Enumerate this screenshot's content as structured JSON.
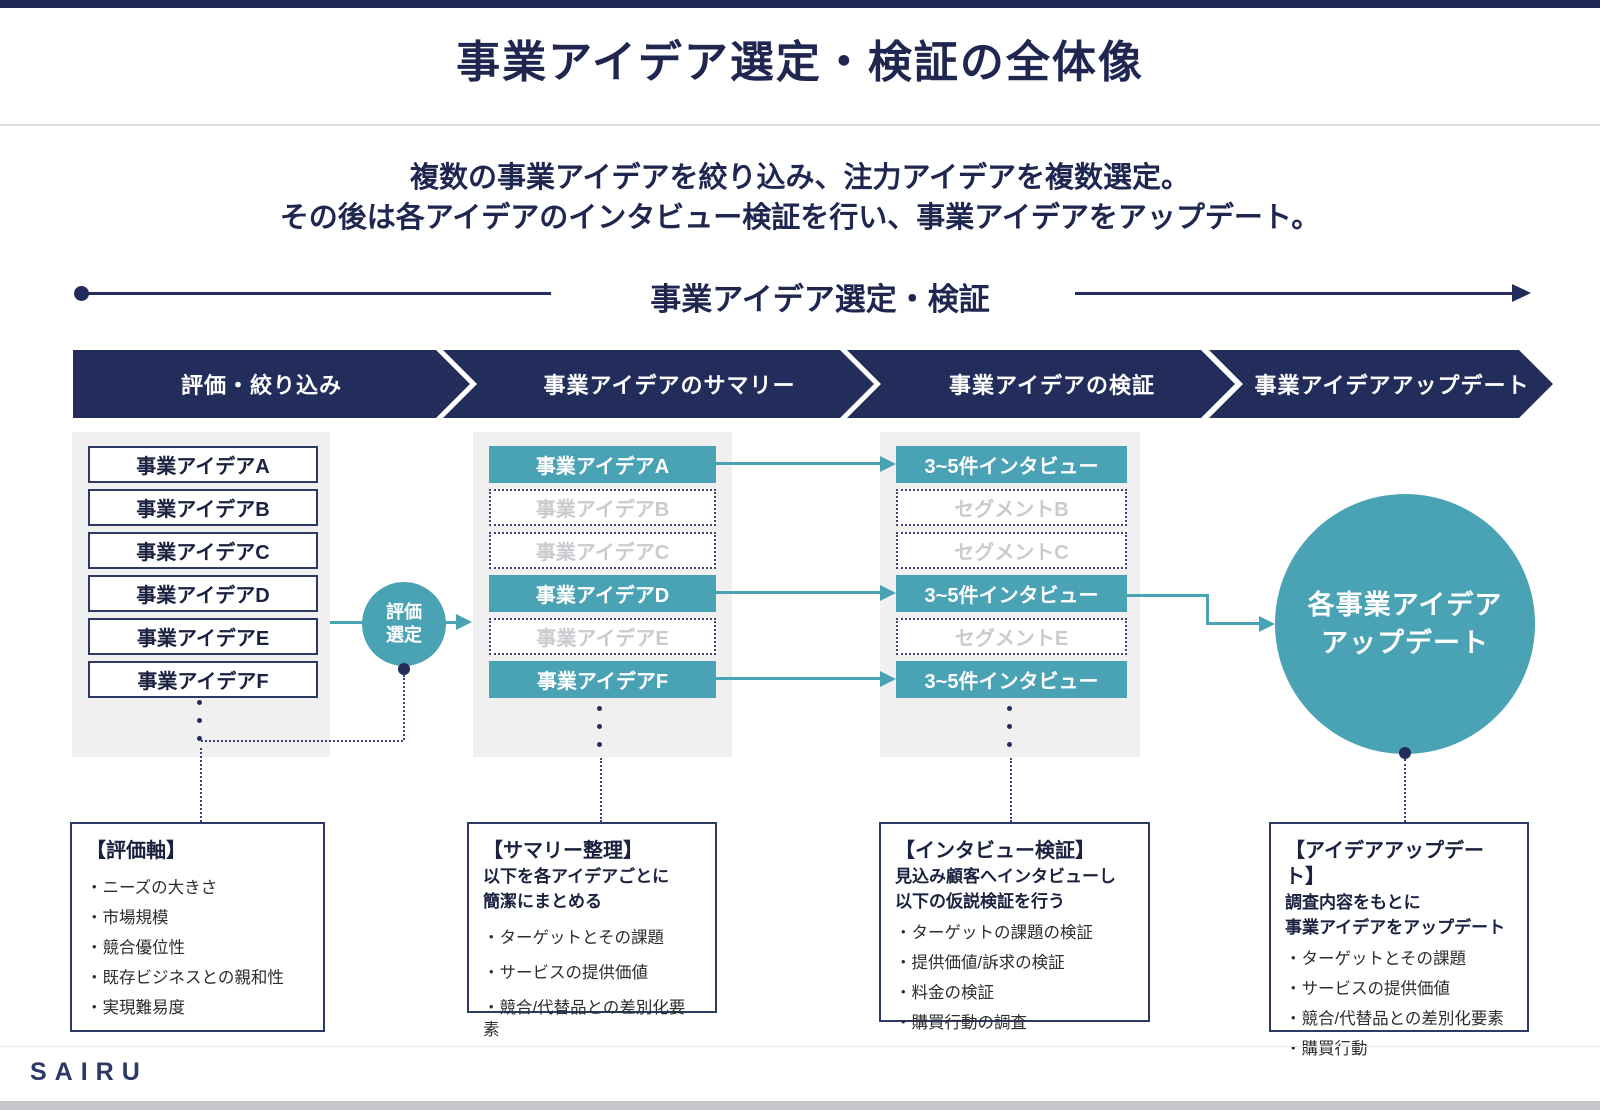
{
  "page": {
    "title": "事業アイデア選定・検証の全体像",
    "subtitle_lines": [
      "複数の事業アイデアを絞り込み、注力アイデアを複数選定。",
      "その後は各アイデアのインタビュー検証を行い、事業アイデアをアップデート。"
    ],
    "footer_logo": "SAIRU"
  },
  "timeline": {
    "label": "事業アイデア選定・検証"
  },
  "process_steps": [
    {
      "label": "評価・絞り込み"
    },
    {
      "label": "事業アイデアのサマリー"
    },
    {
      "label": "事業アイデアの検証"
    },
    {
      "label": "事業アイデアアップデート"
    }
  ],
  "ideas_column": {
    "items": [
      "事業アイデアA",
      "事業アイデアB",
      "事業アイデアC",
      "事業アイデアD",
      "事業アイデアE",
      "事業アイデアF"
    ]
  },
  "evaluation_circle": {
    "lines": [
      "評価",
      "選定"
    ]
  },
  "summary_column": {
    "items": [
      {
        "label": "事業アイデアA",
        "state": "selected"
      },
      {
        "label": "事業アイデアB",
        "state": "dimmed"
      },
      {
        "label": "事業アイデアC",
        "state": "dimmed"
      },
      {
        "label": "事業アイデアD",
        "state": "selected"
      },
      {
        "label": "事業アイデアE",
        "state": "dimmed"
      },
      {
        "label": "事業アイデアF",
        "state": "selected"
      }
    ]
  },
  "validation_column": {
    "items": [
      {
        "label": "3~5件インタビュー",
        "state": "selected"
      },
      {
        "label": "セグメントB",
        "state": "dimmed"
      },
      {
        "label": "セグメントC",
        "state": "dimmed"
      },
      {
        "label": "3~5件インタビュー",
        "state": "selected"
      },
      {
        "label": "セグメントE",
        "state": "dimmed"
      },
      {
        "label": "3~5件インタビュー",
        "state": "selected"
      }
    ]
  },
  "update_circle": {
    "lines": [
      "各事業アイデア",
      "アップデート"
    ]
  },
  "detail_boxes": [
    {
      "title": "【評価軸】",
      "subtitle_lines": [],
      "items": [
        "・ニーズの大きさ",
        "・市場規模",
        "・競合優位性",
        "・既存ビジネスとの親和性",
        "・実現難易度"
      ]
    },
    {
      "title": "【サマリー整理】",
      "subtitle_lines": [
        "以下を各アイデアごとに",
        "簡潔にまとめる"
      ],
      "items": [
        "・ターゲットとその課題",
        "・サービスの提供価値",
        "・競合/代替品との差別化要素"
      ]
    },
    {
      "title": "【インタビュー検証】",
      "subtitle_lines": [
        "見込み顧客へインタビューし",
        "以下の仮説検証を行う"
      ],
      "items": [
        "・ターゲットの課題の検証",
        "・提供価値/訴求の検証",
        "・料金の検証",
        "・購買行動の調査"
      ]
    },
    {
      "title": "【アイデアアップデート】",
      "subtitle_lines": [
        "調査内容をもとに",
        "事業アイデアをアップデート"
      ],
      "items": [
        "・ターゲットとその課題",
        "・サービスの提供価値",
        "・競合/代替品との差別化要素",
        "・購買行動"
      ]
    }
  ],
  "colors": {
    "navy": "#232D5B",
    "teal": "#4AA3B5",
    "panel_gray": "#F0F0F0",
    "dimmed_text": "#C9CBCE"
  }
}
